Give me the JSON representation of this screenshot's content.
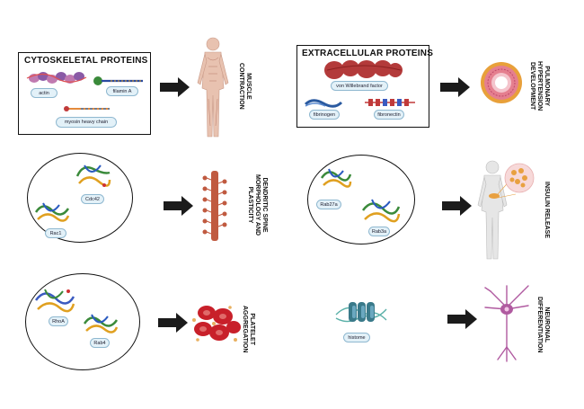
{
  "panels": {
    "cytoskeletal": {
      "title": "CYTOSKELETAL PROTEINS",
      "labels": {
        "actin": "actin",
        "filamin": "filamin A",
        "myosin": "myosin heavy chain"
      }
    },
    "extracellular": {
      "title": "EXTRACELLULAR PROTEINS",
      "labels": {
        "vwf": "von Willebrand factor",
        "fibrinogen": "fibrinogen",
        "fibronectin": "fibronectin"
      }
    },
    "gtpase_left": {
      "labels": {
        "cdc42": "Cdc42",
        "rac1": "Rac1"
      }
    },
    "rab": {
      "labels": {
        "rab27a": "Rab27a",
        "rab3a": "Rab3a"
      }
    },
    "rho": {
      "labels": {
        "rhoa": "RhoA",
        "rab4": "Rab4"
      }
    },
    "histone": {
      "label": "histome"
    }
  },
  "outcomes": {
    "muscle": [
      "MUSCLE",
      "CONTRACTION"
    ],
    "pulmonary": [
      "PULMONARY",
      "HYPERTENSION",
      "DEVELOPMENT"
    ],
    "dendritic": [
      "DENDRITIC SPINE",
      "MORPHOLOGY AND",
      "PLASTICITY"
    ],
    "insulin": [
      "INSULIN RELEASE"
    ],
    "platelet": [
      "PLATELET",
      "AGGREGATION"
    ],
    "neuronal": [
      "NEURONAL",
      "DIFFERENTIATION"
    ]
  },
  "colors": {
    "arrow": "#1b1b1b",
    "pill_fill": "#e3f1f8",
    "vwf": "#b33a3a",
    "rbc": "#c8202a",
    "skin": "#e8c2b0",
    "neuron": "#b05aa0",
    "vessel": "#e57f8f"
  }
}
